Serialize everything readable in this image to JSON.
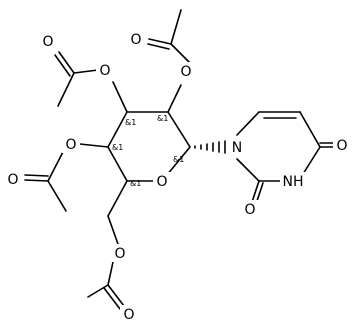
{
  "atom_labels": {
    "o_ring": "O",
    "n1": "N",
    "nh3": "NH",
    "o_c4": "O",
    "o_c2": "O",
    "o_top_carbonyl": "O",
    "o_top_ester": "O",
    "o_upper_left_carbonyl": "O",
    "o_upper_left_ester": "O",
    "o_mid_left_ester": "O",
    "o_mid_left_carbonyl": "O",
    "o_bottom_ester": "O",
    "o_bottom_carbonyl": "O"
  },
  "stereo_labels": {
    "c1prime": "&1",
    "c2prime": "&1",
    "c3prime": "&1",
    "c4prime": "&1",
    "c5prime": "&1"
  }
}
